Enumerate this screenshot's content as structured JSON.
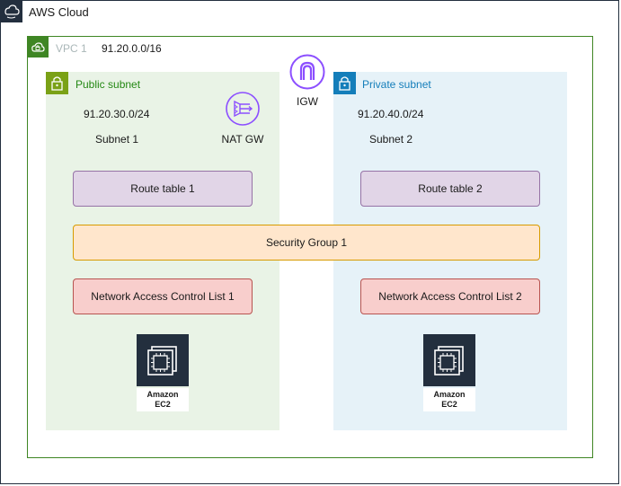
{
  "cloud": {
    "title": "AWS Cloud"
  },
  "vpc": {
    "label": "VPC 1",
    "cidr": "91.20.0.0/16"
  },
  "igw": {
    "label": "IGW",
    "icon": "internet-gateway-icon"
  },
  "public_subnet": {
    "title": "Public subnet",
    "cidr": "91.20.30.0/24",
    "name": "Subnet 1",
    "nat_label": "NAT GW",
    "route_table": "Route table 1",
    "nacl": "Network Access Control List 1",
    "ec2_label_line1": "Amazon",
    "ec2_label_line2": "EC2"
  },
  "private_subnet": {
    "title": "Private subnet",
    "cidr": "91.20.40.0/24",
    "name": "Subnet 2",
    "route_table": "Route table 2",
    "nacl": "Network Access Control List 2",
    "ec2_label_line1": "Amazon",
    "ec2_label_line2": "EC2"
  },
  "security_group": {
    "label": "Security Group 1"
  },
  "colors": {
    "aws_dark": "#232f3e",
    "vpc_green": "#3f8624",
    "public_green": "#7aa116",
    "private_blue": "#147eba",
    "igw_purple": "#8c4fff"
  }
}
